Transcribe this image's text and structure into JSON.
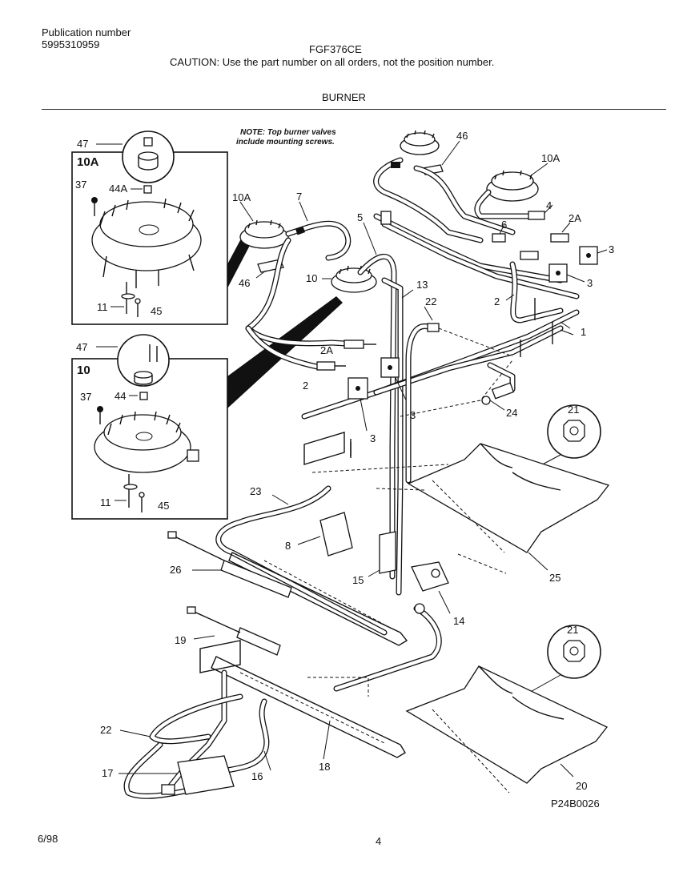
{
  "header": {
    "publication_label": "Publication number",
    "publication_number": "5995310959",
    "model": "FGF376CE",
    "caution": "CAUTION:  Use the part number on all orders, not the position number.",
    "section_title": "BURNER"
  },
  "note": {
    "line1": "NOTE: Top burner valves",
    "line2": "include mounting screws."
  },
  "callouts": {
    "c47a": "47",
    "c10A_box": "10A",
    "c37a": "37",
    "c44A": "44A",
    "c11a": "11",
    "c45a": "45",
    "c47b": "47",
    "c10_box": "10",
    "c37b": "37",
    "c44": "44",
    "c11b": "11",
    "c45b": "45",
    "c10A_mid": "10A",
    "c7": "7",
    "c46_mid": "46",
    "c5": "5",
    "c10_mid": "10",
    "c13": "13",
    "c2A_mid": "2A",
    "c2_mid": "2",
    "c22_top": "22",
    "c3_mid": "3",
    "c3_low": "3",
    "c46_top": "46",
    "c10A_right": "10A",
    "c4": "4",
    "c6": "6",
    "c2A_right": "2A",
    "c3_right": "3",
    "c3_right2": "3",
    "c2_right": "2",
    "c1": "1",
    "c24": "24",
    "c21_top": "21",
    "c25": "25",
    "c23": "23",
    "c8": "8",
    "c26": "26",
    "c15": "15",
    "c14": "14",
    "c19": "19",
    "c21_bottom": "21",
    "c22_bottom": "22",
    "c17": "17",
    "c16": "16",
    "c18": "18",
    "c20": "20"
  },
  "diagram_code": "P24B0026",
  "footer": {
    "date": "6/98",
    "page": "4"
  }
}
